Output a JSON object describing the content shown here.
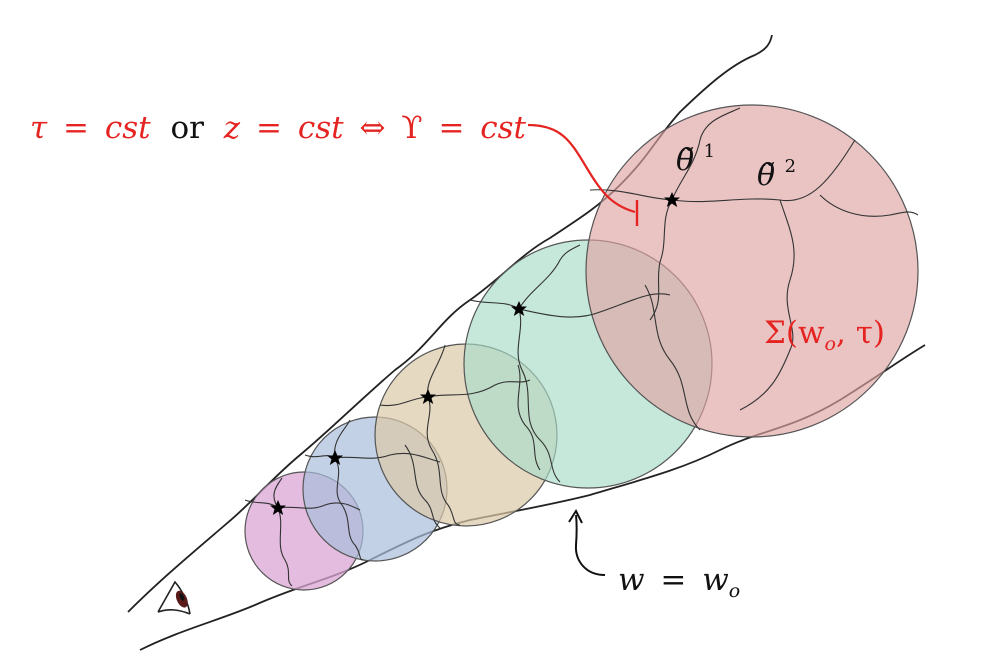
{
  "annotation": {
    "tau": "τ",
    "eq1": "=",
    "cst1": "cst",
    "or": "or",
    "z": "z",
    "eq2": "=",
    "cst2": "cst",
    "iff": "⇔",
    "upsilon": "ϒ",
    "eq3": "=",
    "cst3": "cst"
  },
  "labels": {
    "theta1_base": "θ̃",
    "theta1_sup": "1",
    "theta2_base": "θ̃",
    "theta2_sup": "2",
    "sigma": "Σ(w",
    "sigma_sub": "o",
    "sigma_tail": ", τ)",
    "w_lhs": "w",
    "w_eq": "=",
    "w_rhs": "w",
    "w_sub": "o"
  },
  "colors": {
    "annotation_red": "#e52421",
    "sphere_purple": "#d9a6d6",
    "sphere_blue": "#a9bedb",
    "sphere_tan": "#dcc9a8",
    "sphere_green": "#a8dbc8",
    "sphere_red": "#dea3a3",
    "outline": "#555555",
    "lightcone_stroke": "#222222"
  },
  "icons": {
    "observer": "eye-icon",
    "marker": "star-icon"
  }
}
